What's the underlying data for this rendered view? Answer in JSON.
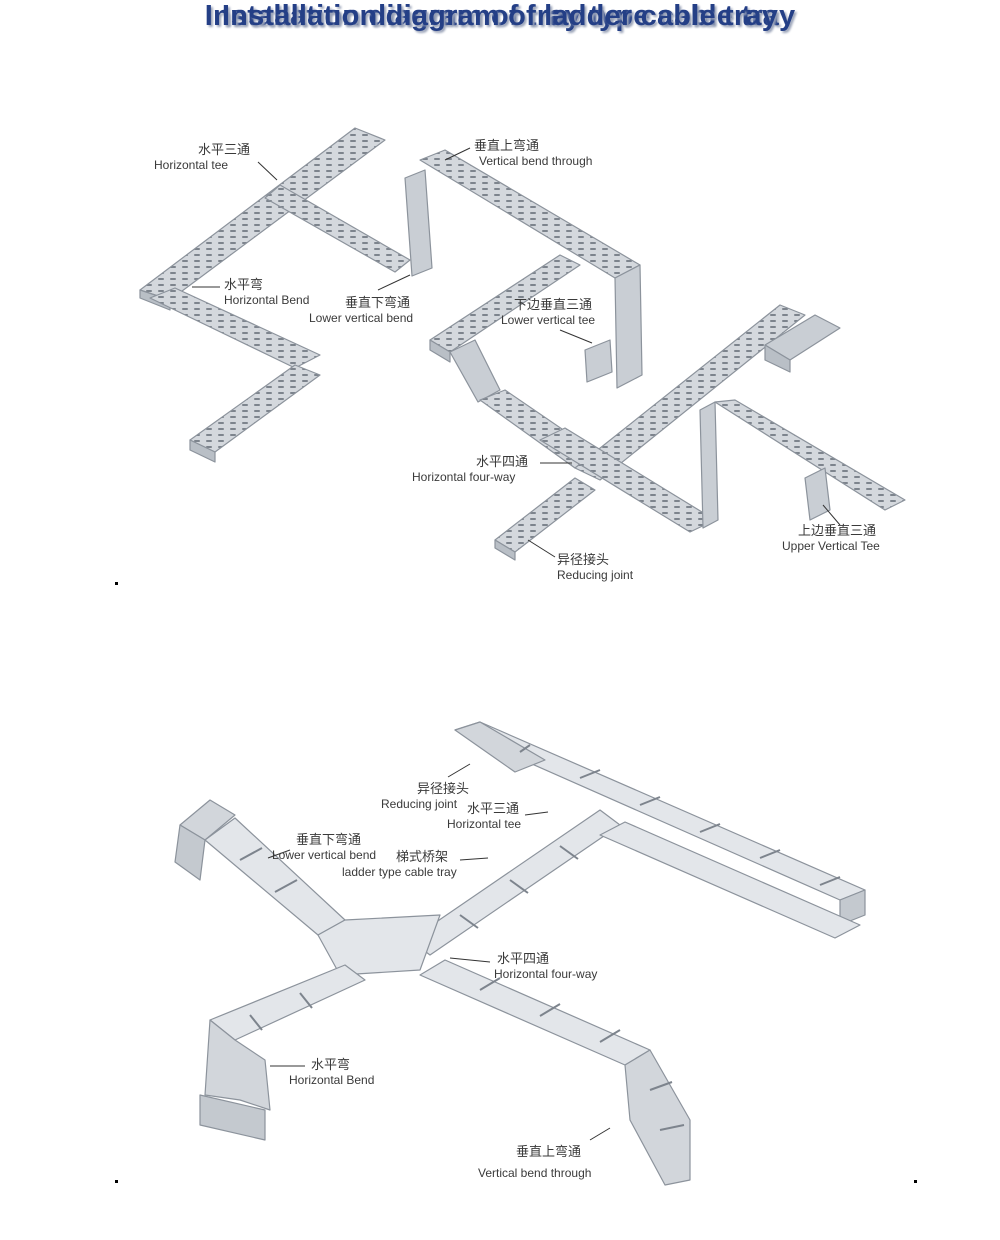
{
  "tray_diagram": {
    "title": "Installation diagram of tray type cable tray",
    "labels": {
      "horizontal_tee": {
        "cn": "水平三通",
        "en": "Horizontal tee"
      },
      "vertical_bend_through": {
        "cn": "垂直上弯通",
        "en": "Vertical bend through"
      },
      "horizontal_bend": {
        "cn": "水平弯",
        "en": "Horizontal Bend"
      },
      "lower_vertical_bend": {
        "cn": "垂直下弯通",
        "en": "Lower vertical bend"
      },
      "lower_vertical_tee": {
        "cn": "下边垂直三通",
        "en": "Lower vertical tee"
      },
      "horizontal_four_way": {
        "cn": "水平四通",
        "en": "Horizontal  four-way"
      },
      "upper_vertical_tee": {
        "cn": "上边垂直三通",
        "en": "Upper Vertical Tee"
      },
      "reducing_joint": {
        "cn": "异径接头",
        "en": "Reducing joint"
      }
    }
  },
  "ladder_diagram": {
    "title": "Installation diagram of ladder cable tray",
    "labels": {
      "reducing_joint": {
        "cn": "异径接头",
        "en": "Reducing joint"
      },
      "horizontal_tee": {
        "cn": "水平三通",
        "en": "Horizontal tee"
      },
      "lower_vertical_bend": {
        "cn": "垂直下弯通",
        "en": "Lower vertical bend"
      },
      "ladder_type_cable_tray": {
        "cn": "梯式桥架",
        "en": "ladder type cable tray"
      },
      "horizontal_four_way": {
        "cn": "水平四通",
        "en": "Horizontal  four-way"
      },
      "horizontal_bend": {
        "cn": "水平弯",
        "en": "Horizontal Bend"
      },
      "vertical_bend_through": {
        "cn": "垂直上弯通",
        "en": "Vertical bend through"
      }
    }
  },
  "colors": {
    "title": "#243f86",
    "tray_fill": "#d9dde2",
    "tray_edge": "#8c939c",
    "tray_side": "#b9bfc6"
  }
}
